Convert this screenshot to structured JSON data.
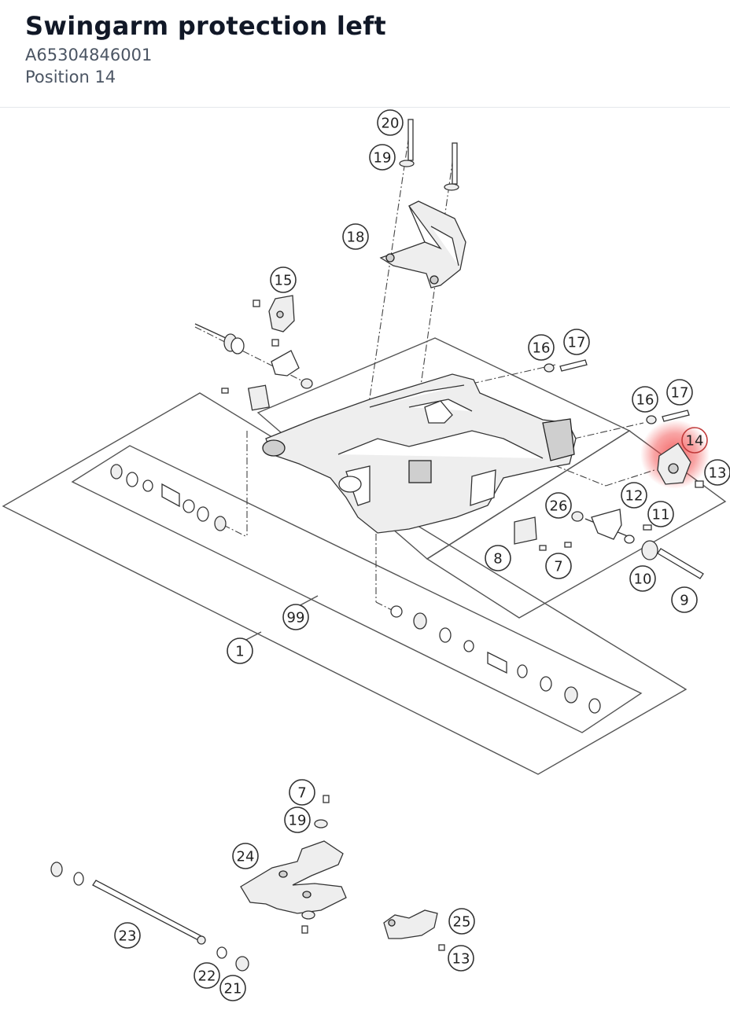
{
  "header": {
    "title": "Swingarm protection left",
    "part_number": "A65304846001",
    "position": "Position 14"
  },
  "highlight": {
    "position": "14",
    "color": "#f24a4a"
  },
  "callouts": [
    "20",
    "19",
    "18",
    "15",
    "16",
    "17",
    "16",
    "17",
    "14",
    "13",
    "12",
    "11",
    "26",
    "8",
    "7",
    "10",
    "9",
    "99",
    "1",
    "7",
    "19",
    "24",
    "23",
    "22",
    "21",
    "25",
    "13"
  ]
}
